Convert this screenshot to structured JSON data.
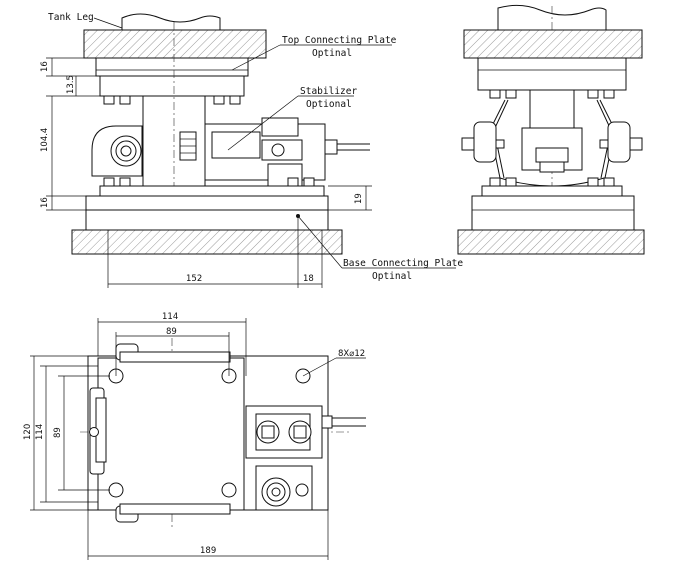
{
  "labels": {
    "tank_leg": "Tank Leg",
    "top_plate": "Top Connecting Plate",
    "top_plate_opt": "Optinal",
    "stabilizer": "Stabilizer",
    "stabilizer_opt": "Optional",
    "base_plate": "Base Connecting Plate",
    "base_plate_opt": "Optinal",
    "holes": "8X⌀12"
  },
  "dims": {
    "d16a": "16",
    "d13_5": "13.5",
    "d104_4": "104.4",
    "d16b": "16",
    "d19": "19",
    "d152": "152",
    "d18": "18",
    "d114_top": "114",
    "d89_top": "89",
    "d120": "120",
    "d114_side": "114",
    "d89_side": "89",
    "d189": "189"
  },
  "colors": {
    "line": "#111111",
    "background": "#ffffff"
  }
}
